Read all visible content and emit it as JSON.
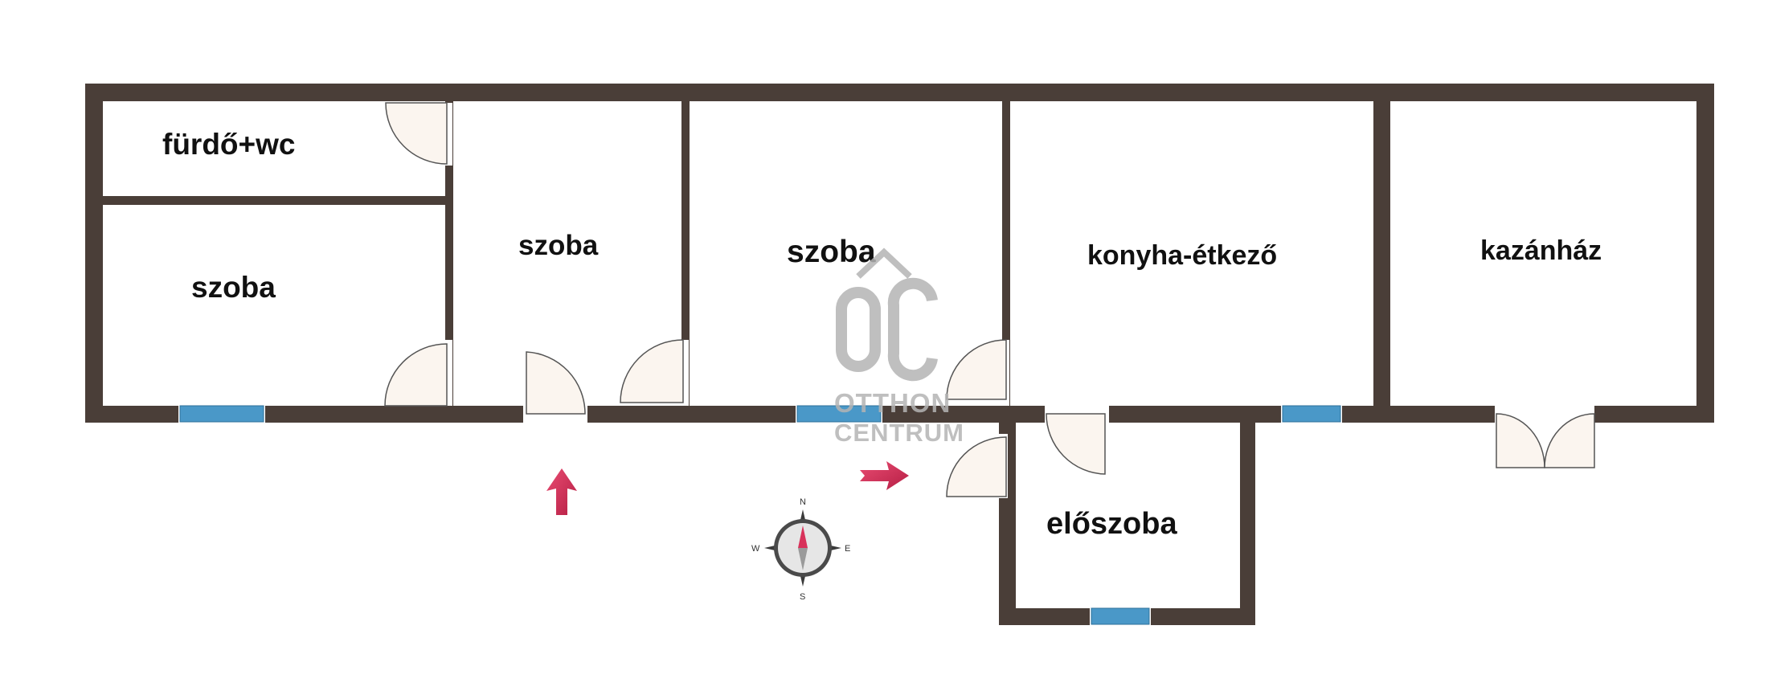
{
  "rooms": {
    "bathroom": "fürdő+wc",
    "room_left": "szoba",
    "room_middle_left": "szoba",
    "room_middle": "szoba",
    "kitchen": "konyha-étkező",
    "boiler_room": "kazánház",
    "hallway": "előszoba"
  },
  "compass": {
    "north": "N",
    "south": "S",
    "east": "E",
    "west": "W"
  },
  "watermark": {
    "line1": "OTTHON",
    "line2": "CENTRUM",
    "logo_icon": "oc-logo-icon"
  },
  "colors": {
    "wall": "#4a3e38",
    "window": "#4a98c8",
    "arrow": "#d8325a",
    "door_fill": "#fbf5ef",
    "watermark": "#b4b4b4"
  }
}
